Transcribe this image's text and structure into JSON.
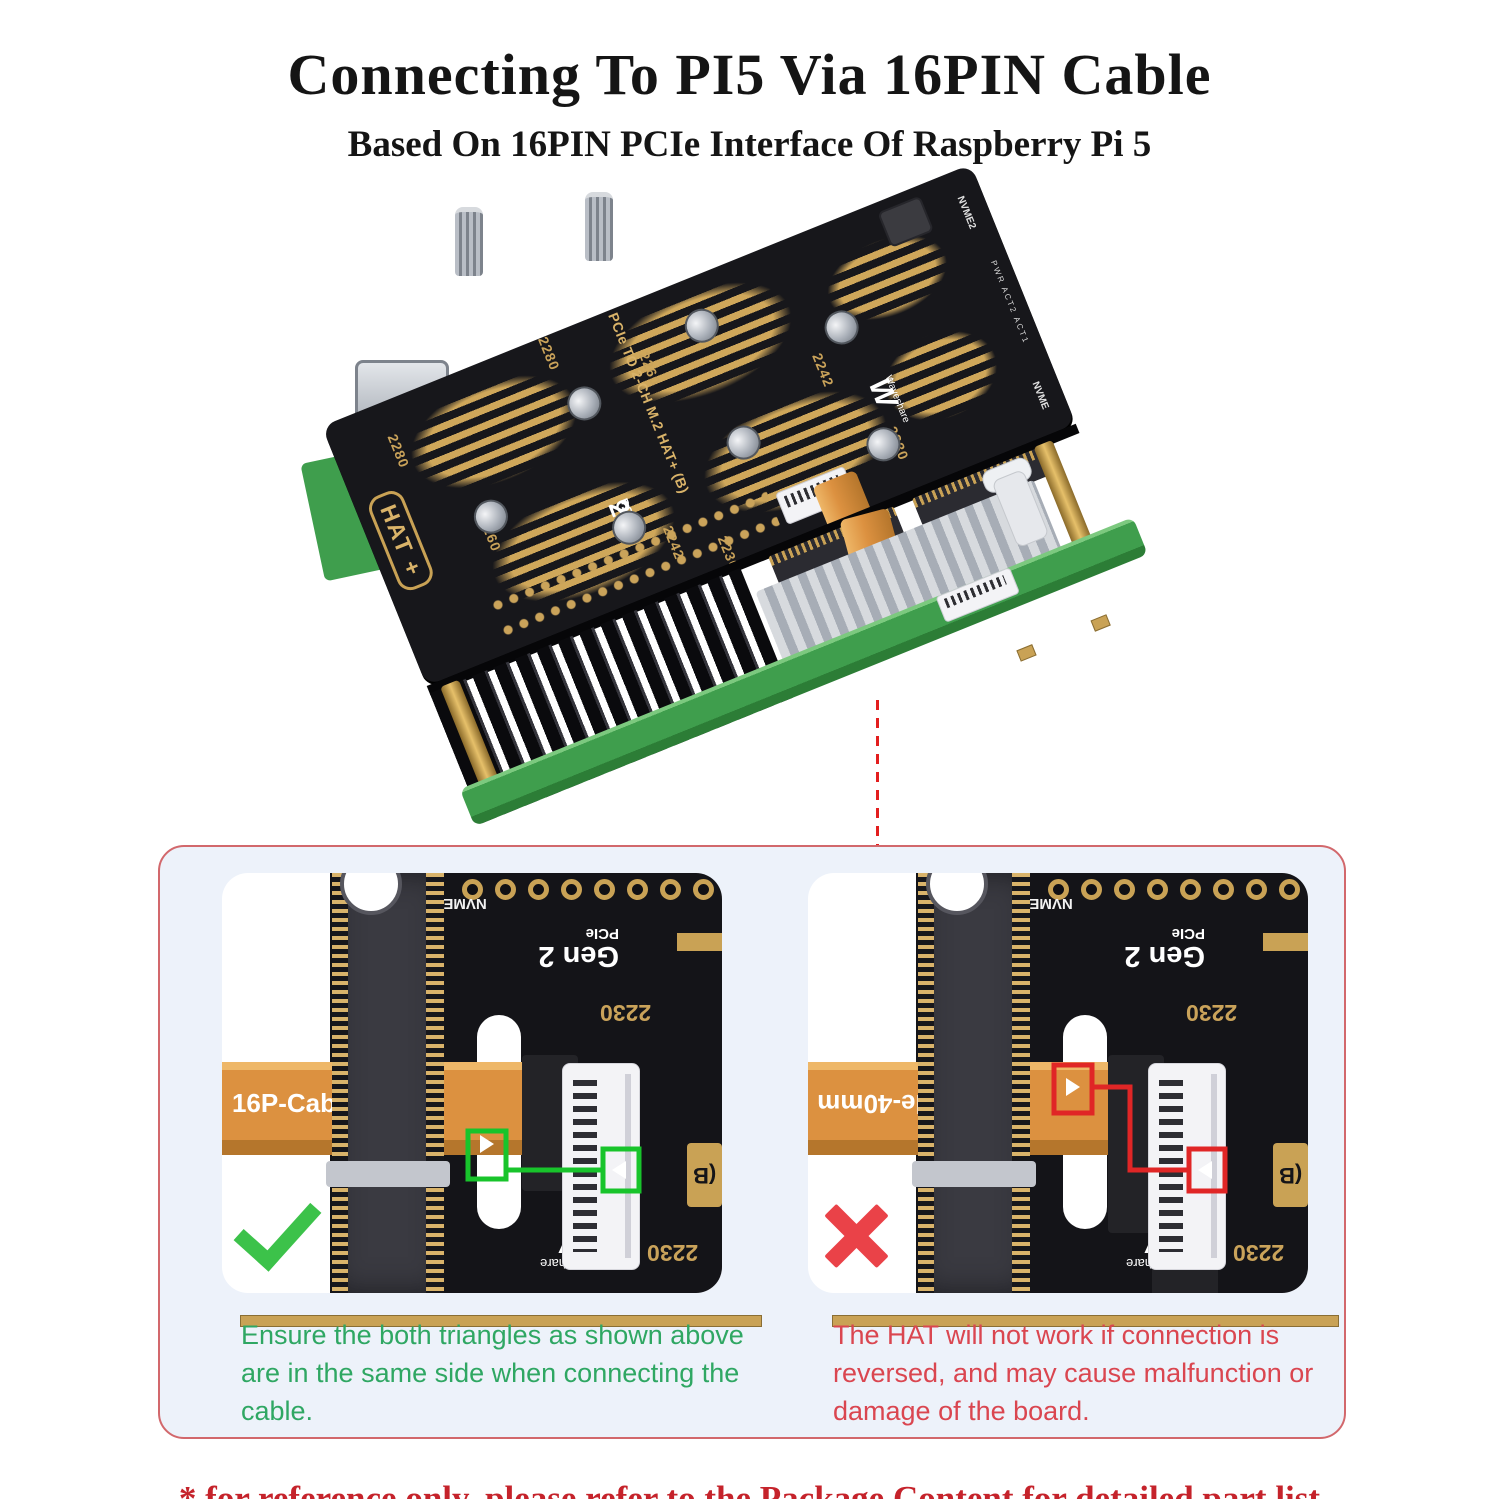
{
  "header": {
    "title": "Connecting To PI5 Via 16PIN Cable",
    "subtitle": "Based On 16PIN PCIe Interface Of Raspberry Pi 5"
  },
  "footnote": "* for reference only, please refer to the Package Content for detailed part list",
  "board": {
    "hat_badge": "HAT +",
    "name": "PCIe TO 2-CH M.2 HAT+ (B)",
    "pcie": "PCIe",
    "gen": "Gen",
    "gen_num": "2",
    "brand": "Waveshare",
    "brand_mark": "W",
    "reg": "®",
    "nvme": "NVME",
    "nvme2": "NVME2",
    "leds": "PWR ACT2 ACT1",
    "sizes": {
      "s2280": "2280",
      "s2260": "2260",
      "s2242": "2242",
      "s2230": "2230"
    }
  },
  "figures": {
    "correct": {
      "cable_label": "16P-Cab",
      "caption": "Ensure the both triangles as shown above are in the same side when connecting the cable."
    },
    "wrong": {
      "cable_label": "le-40mm",
      "caption": "The HAT will not work if connection is reversed, and may cause malfunction or damage of the board."
    },
    "board_labels": {
      "nvme2": "NVME2",
      "gen2": "Gen 2",
      "pcie": "PCIe",
      "size": "2230",
      "brand": "Waveshare",
      "brand_mark": "W",
      "pad": "(B"
    }
  },
  "colors": {
    "footnote_red": "#c5232b",
    "caption_green": "#2fa763",
    "caption_red": "#da4650",
    "box_border": "#d2686c",
    "box_fill": "#edf2fa",
    "annotation_green": "#18c42b",
    "annotation_red": "#e02626",
    "cable_orange": "#dc9140",
    "pcb_gold": "#c9a255"
  }
}
